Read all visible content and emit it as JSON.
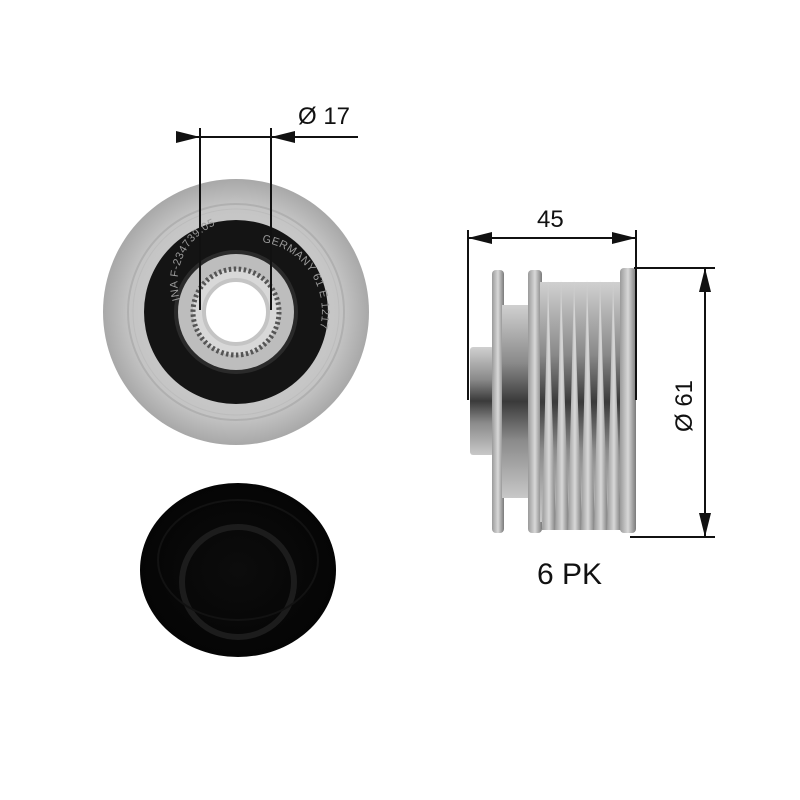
{
  "drawing": {
    "subject": "Overrunning alternator pulley",
    "views": {
      "front": {
        "label": "front-view"
      },
      "cap": {
        "label": "protective-cap"
      },
      "side": {
        "label": "side-view"
      }
    }
  },
  "dimensions": {
    "bore_diameter": {
      "symbol": "Ø",
      "value": "17",
      "text": "Ø 17"
    },
    "width": {
      "value": "45",
      "text": "45"
    },
    "outer_diameter": {
      "symbol": "Ø",
      "value": "61",
      "text": "Ø 61"
    }
  },
  "profile": {
    "text": "6 PK",
    "ribs": 6
  },
  "stamping": {
    "arc_top": "INA  F-234739.05",
    "arc_right": "GERMANY  61 E  1217"
  },
  "colors": {
    "background": "#ffffff",
    "line": "#111111",
    "pulley_light": "#c8c8c8",
    "pulley_mid": "#9a9a9a",
    "seal_dark": "#141414",
    "cap_dark": "#0a0a0a"
  }
}
